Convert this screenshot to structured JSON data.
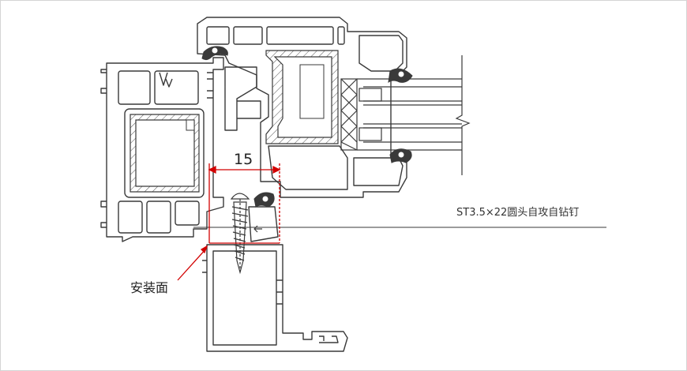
{
  "colors": {
    "line": "#3a3a3a",
    "dimension": "#d20000",
    "gasket": "#3a3a3a",
    "background": "#ffffff"
  },
  "annotations": {
    "dimension_value": "15",
    "screw_spec": "ST3.5×22圆头自攻自钻钉",
    "mounting_surface": "安装面"
  }
}
